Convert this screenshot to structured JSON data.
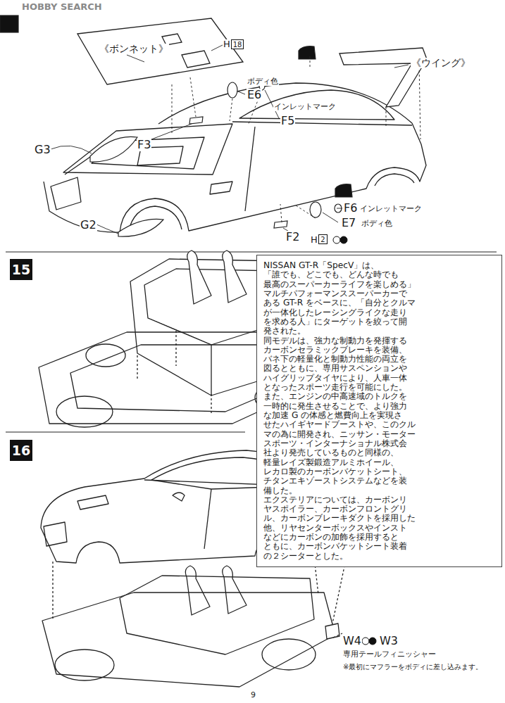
{
  "diagram": {
    "nodes": [
      {
        "text": [
          "18"
        ]
      },
      {
        "text": [
          "2"
        ]
      },
      {
        "text": [
          "15"
        ]
      },
      {
        "text": [
          "NISSAN GT-R「SpecV」は、",
          "「誰でも、どこでも、どんな時でも",
          "最高のスーパーカーライフを楽しめる」",
          "マルチパフォーマンススーパーカーで",
          "ある GT-R をベースに、「自分とクルマ",
          "が一体化したレーシングライクな走り",
          "を求める人」にターゲットを絞って開",
          "発された。",
          "同モデルは、強力な制動力を発揮する",
          "カーボンセラミックブレーキを装備、",
          "バネ下の軽量化と制動力性能の両立を",
          "図るとともに、専用サスペンションや",
          "ハイグリップタイヤにより、人車一体",
          "となったスポーツ走行を可能にした。",
          "また、エンジンの中高速域のトルクを",
          "一時的に発生させることで、より強力",
          "な加速 G の体感と燃費向上を実現さ",
          "せたハイギヤードブーストや、このクル",
          "マの為に開発され、ニッサン・モーター",
          "スポーツ・インターナショナル株式会",
          "社より発売しているものと同様の、",
          "軽量レイズ製鍛造アルミホイール、",
          "レカロ製のカーボンバケットシート、",
          "チタンエキゾーストシステムなどを装",
          "備した。",
          "エクステリアについては、カーボンリ",
          "ヤスポイラー、カーボンフロントグリ",
          "ル、カーボンブレーキダクトを採用した",
          "他、リヤセンターボックスやインスト",
          "などにカーボンの加飾を採用すると",
          "ともに、カーボンバケットシート装着",
          "の２シーターとした。"
        ]
      },
      {
        "text": [
          "16"
        ]
      }
    ],
    "labels": [
      "HOBBY SEARCH",
      "《ボンネット》",
      "H",
      "ボディ色",
      "E6",
      "インレットマーク",
      "F5",
      "《ウイング》",
      "F3",
      "G3",
      "F6",
      "インレットマーク",
      "E7",
      "ボディ色",
      "F2",
      "H",
      "G2",
      "W4",
      "W3",
      "専用テールフィニッシャー",
      "※最初にマフラーをボディに差し込みます。",
      "9"
    ]
  }
}
